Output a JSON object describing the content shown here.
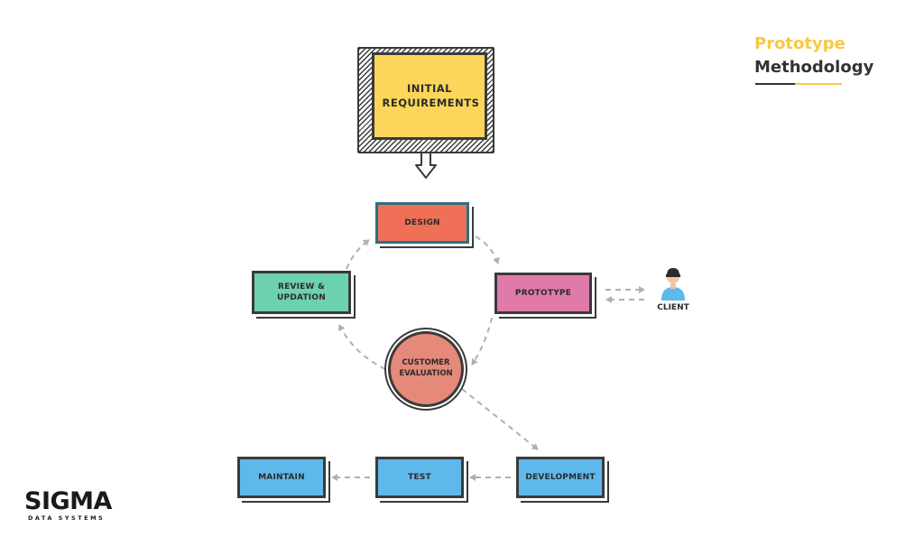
{
  "heading": {
    "line1": "Prototype",
    "line2": "Methodology"
  },
  "nodes": {
    "initial": "INITIAL REQUIREMENTS",
    "design": "DESIGN",
    "prototype": "PROTOTYPE",
    "review": "REVIEW & UPDATION",
    "evaluation": "CUSTOMER EVALUATION",
    "development": "DEVELOPMENT",
    "test": "TEST",
    "maintain": "MAINTAIN"
  },
  "client": {
    "label": "CLIENT",
    "icon": "client-person-icon"
  },
  "logo": {
    "main": "SIGMA",
    "sub": "DATA SYSTEMS"
  },
  "colors": {
    "initial": "#fbd65a",
    "design": "#ef6f57",
    "prototype": "#e07aaa",
    "review": "#6dd0b1",
    "evaluation": "#e5897b",
    "blue_steps": "#5fb8ec",
    "accent": "#f8c843",
    "outline": "#3a3a3a",
    "arrow": "#b0b0b0"
  }
}
